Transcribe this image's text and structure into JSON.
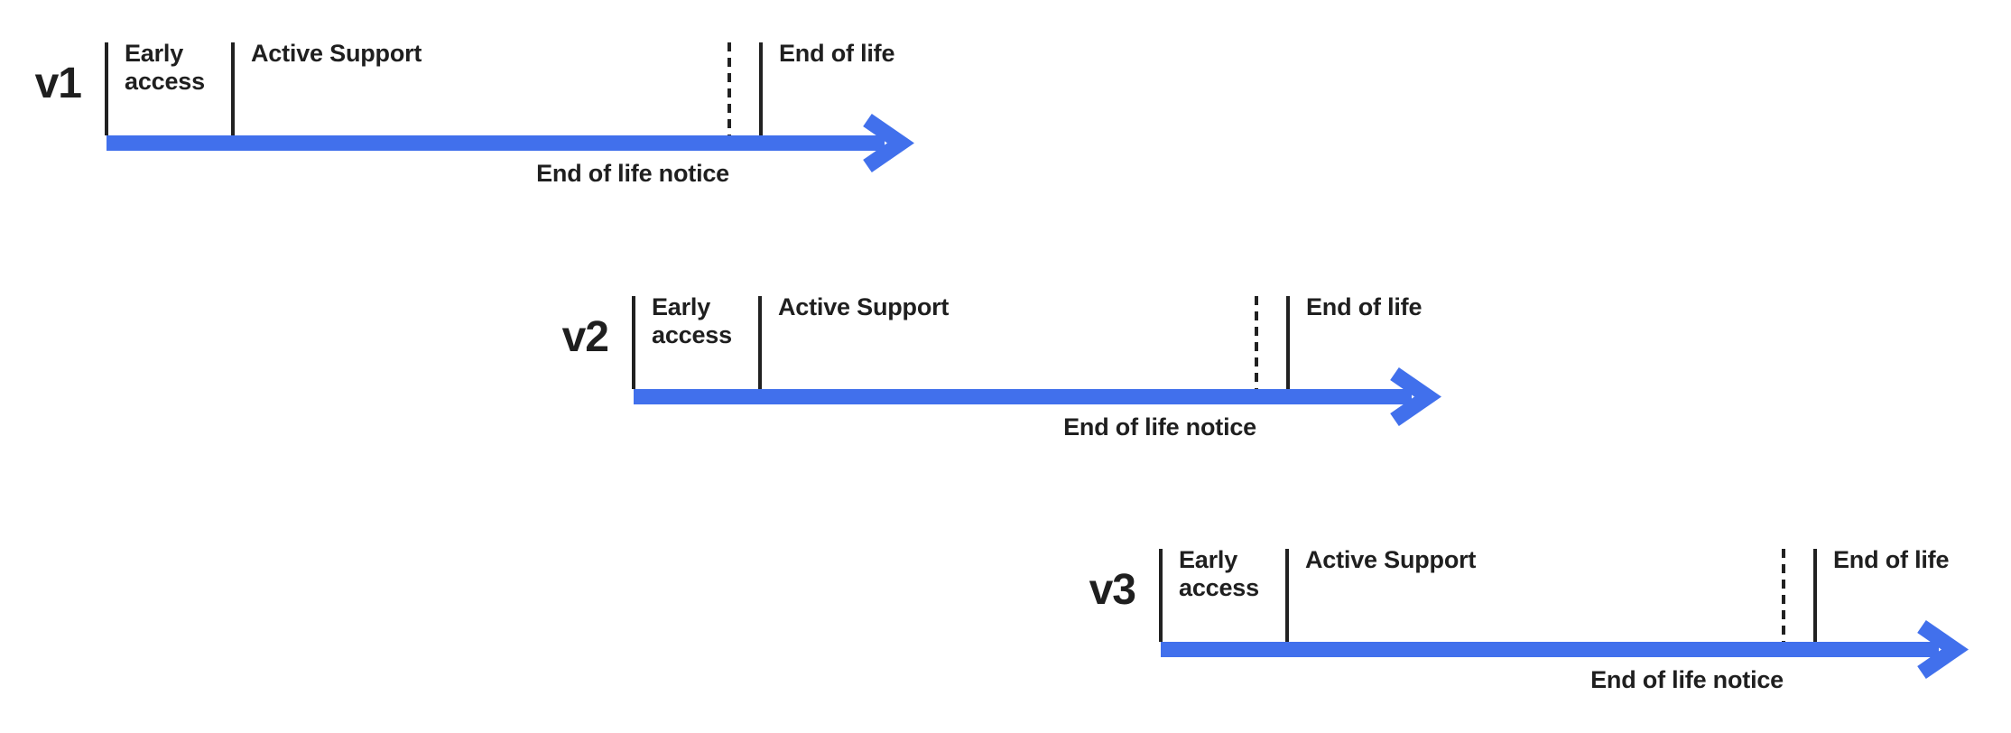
{
  "diagram": {
    "colors": {
      "arrow_blue": "#4170EC",
      "line_dark": "#212121",
      "text_dark": "#1F1F1F",
      "background": "#FFFFFF"
    },
    "timelines": [
      {
        "version": "v1",
        "labels": {
          "early_access": "Early access",
          "active_support": "Active Support",
          "end_of_life": "End of life",
          "end_of_life_notice": "End of life notice"
        }
      },
      {
        "version": "v2",
        "labels": {
          "early_access": "Early access",
          "active_support": "Active Support",
          "end_of_life": "End of life",
          "end_of_life_notice": "End of life notice"
        }
      },
      {
        "version": "v3",
        "labels": {
          "early_access": "Early access",
          "active_support": "Active Support",
          "end_of_life": "End of life",
          "end_of_life_notice": "End of life notice"
        }
      }
    ]
  }
}
